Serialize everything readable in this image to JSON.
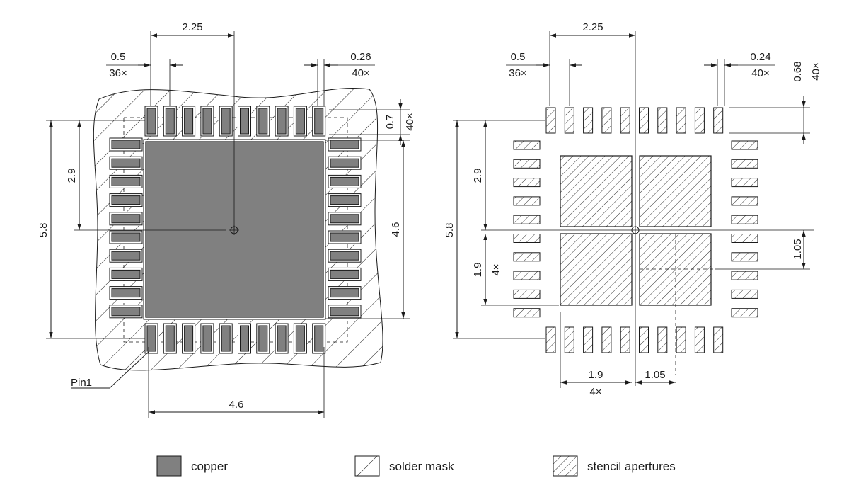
{
  "left_view": {
    "pitch_top": "0.5",
    "pitch_top_count": "36×",
    "center_offset_top": "2.25",
    "pad_width_top": "0.26",
    "pad_width_top_count": "40×",
    "pad_length_right": "0.7",
    "pad_length_right_count": "40×",
    "half_height": "2.9",
    "overall_height": "5.8",
    "exposed_pad_height": "4.6",
    "exposed_pad_width": "4.6",
    "pin1_label": "Pin1"
  },
  "right_view": {
    "pitch_top": "0.5",
    "pitch_top_count": "36×",
    "center_offset_top": "2.25",
    "aperture_width_top": "0.24",
    "aperture_width_top_count": "40×",
    "aperture_length_right": "0.68",
    "aperture_length_right_count": "40×",
    "half_height": "2.9",
    "overall_height": "5.8",
    "pad_split_size_v": "1.9",
    "pad_split_count_v": "4×",
    "pad_offset_v": "1.05",
    "pad_split_size_h": "1.9",
    "pad_split_count_h": "4×",
    "pad_offset_h": "1.05"
  },
  "legend": [
    {
      "label": "copper",
      "swatch": "copper"
    },
    {
      "label": "solder mask",
      "swatch": "mask"
    },
    {
      "label": "stencil apertures",
      "swatch": "stencil"
    }
  ],
  "colors": {
    "copper": "#808080",
    "ink": "#1a1a1a"
  }
}
